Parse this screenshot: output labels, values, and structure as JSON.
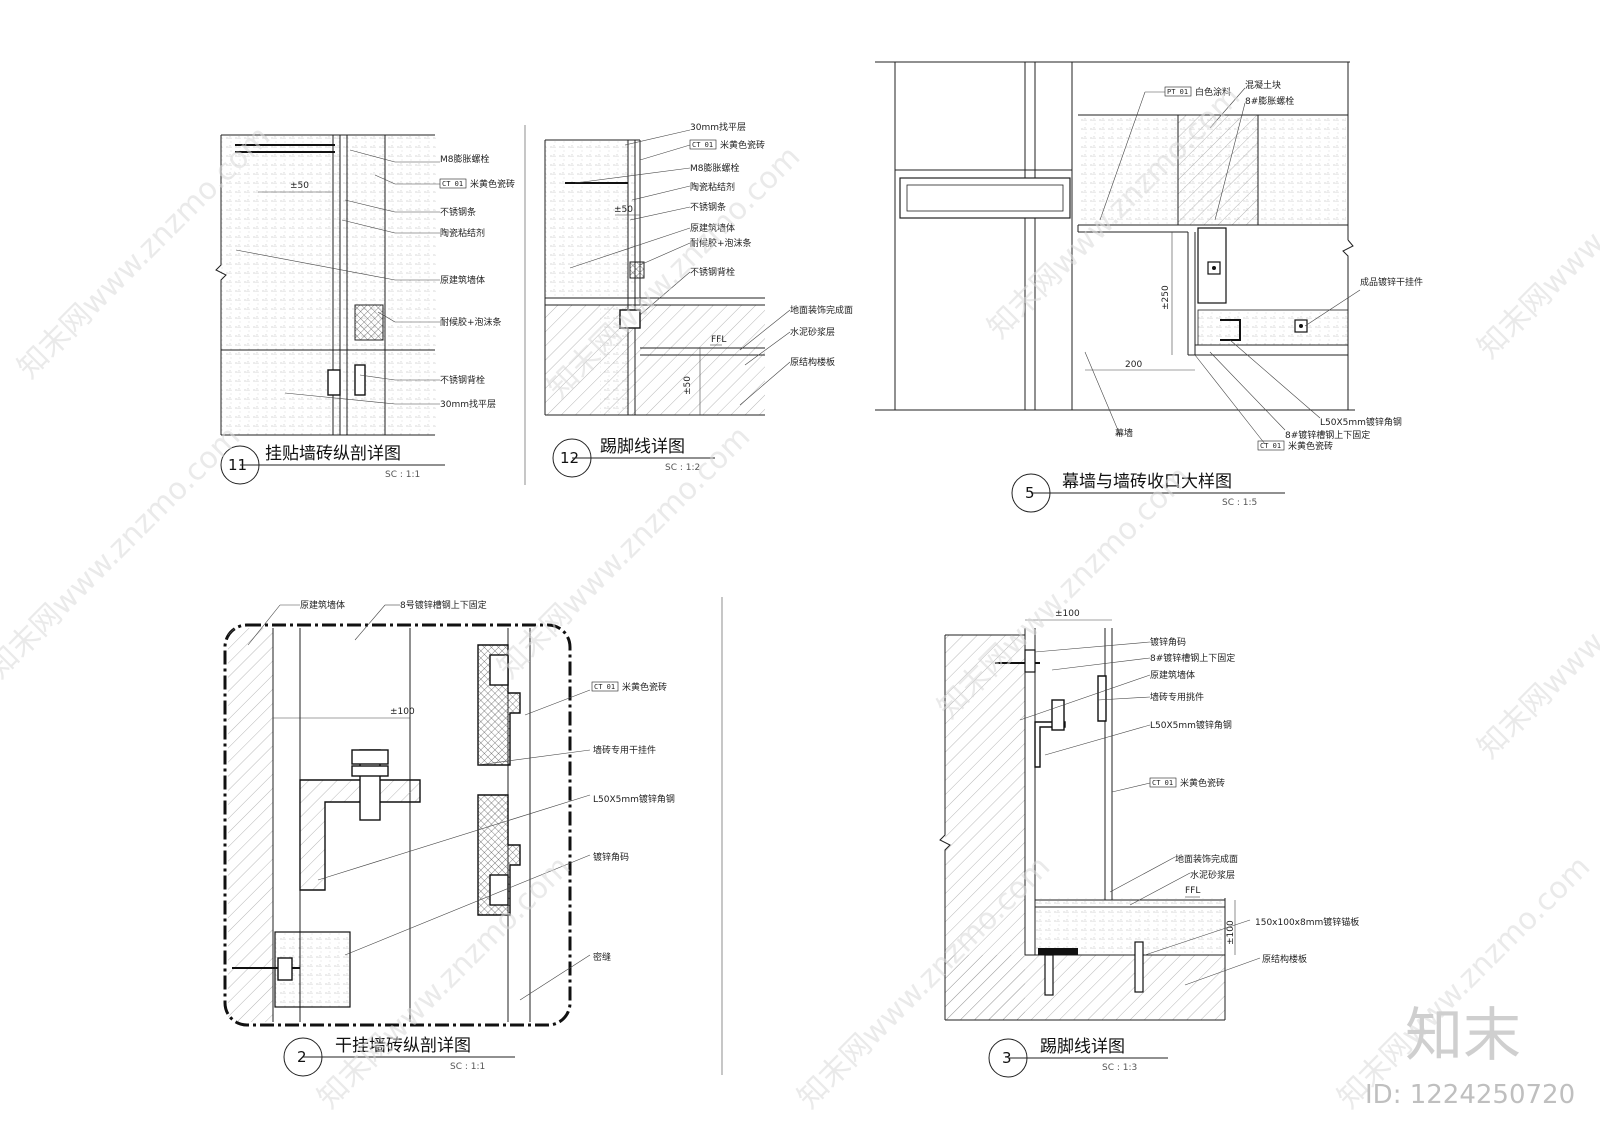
{
  "drawings": {
    "d11": {
      "number": "11",
      "title": "挂贴墙砖纵剖详图",
      "scale": "SC : 1:1",
      "dim": "±50",
      "labels": [
        "M8膨胀螺栓",
        "米黄色瓷砖",
        "不锈钢条",
        "陶瓷粘结剂",
        "原建筑墙体",
        "耐候胶+泡沫条",
        "不锈钢背栓",
        "30mm找平层"
      ],
      "tag": "CT 01"
    },
    "d12": {
      "number": "12",
      "title": "踢脚线详图",
      "scale": "SC : 1:2",
      "dims": [
        "±50",
        "±50"
      ],
      "ffl": "FFL",
      "labels": [
        "30mm找平层",
        "米黄色瓷砖",
        "M8膨胀螺栓",
        "陶瓷粘结剂",
        "不锈钢条",
        "原建筑墙体",
        "耐候胶+泡沫条",
        "不锈钢背栓",
        "地面装饰完成面",
        "水泥砂浆层",
        "原结构楼板"
      ],
      "tag": "CT 01"
    },
    "d5": {
      "number": "5",
      "title": "幕墙与墙砖收口大样图",
      "scale": "SC :   1:5",
      "dims": [
        "±250",
        "200"
      ],
      "labels": [
        "白色涂料",
        "混凝土块",
        "8#膨胀螺栓",
        "成品镀锌干挂件",
        "幕墙",
        "L50X5mm镀锌角钢",
        "8#镀锌槽钢上下固定",
        "米黄色瓷砖"
      ],
      "tags": [
        "PT 01",
        "CT 01"
      ]
    },
    "d2": {
      "number": "2",
      "title": "干挂墙砖纵剖详图",
      "scale": "SC : 1:1",
      "dim": "±100",
      "labels": [
        "原建筑墙体",
        "8号镀锌槽钢上下固定",
        "米黄色瓷砖",
        "墙砖专用干挂件",
        "L50X5mm镀锌角钢",
        "镀锌角码",
        "密缝"
      ],
      "tag": "CT 01"
    },
    "d3": {
      "number": "3",
      "title": "踢脚线详图",
      "scale": "SC : 1:3",
      "dims": [
        "±100",
        "±100"
      ],
      "ffl": "FFL",
      "labels": [
        "镀锌角码",
        "8#镀锌槽钢上下固定",
        "原建筑墙体",
        "墙砖专用挑件",
        "L50X5mm镀锌角钢",
        "米黄色瓷砖",
        "地面装饰完成面",
        "水泥砂浆层",
        "150x100x8mm镀锌锚板",
        "原结构楼板"
      ],
      "tag": "CT 01"
    }
  },
  "watermark": {
    "text": "知末网www.znzmo.com",
    "brand": "知末",
    "id": "ID: 1224250720"
  }
}
